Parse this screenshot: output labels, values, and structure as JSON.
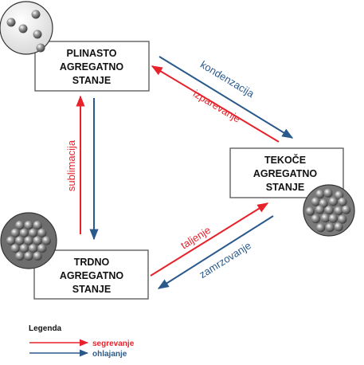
{
  "states": {
    "gas": {
      "lines": [
        "PLINASTO",
        "AGREGATNO",
        "STANJE"
      ]
    },
    "liquid": {
      "lines": [
        "TEKOČE",
        "AGREGATNO",
        "STANJE"
      ]
    },
    "solid": {
      "lines": [
        "TRDNO",
        "AGREGATNO",
        "STANJE"
      ]
    }
  },
  "transitions": {
    "kondenzacija": "kondenzacija",
    "izparevanje": "izparevanje",
    "sublimacija": "sublimacija",
    "taljenje": "taljenje",
    "zamrzovanje": "zamrzovanje"
  },
  "legend": {
    "title": "Legenda",
    "heating": "segrevanje",
    "cooling": "ohlajanje"
  },
  "colors": {
    "heating": "#e8222b",
    "cooling": "#2a5a8c"
  }
}
